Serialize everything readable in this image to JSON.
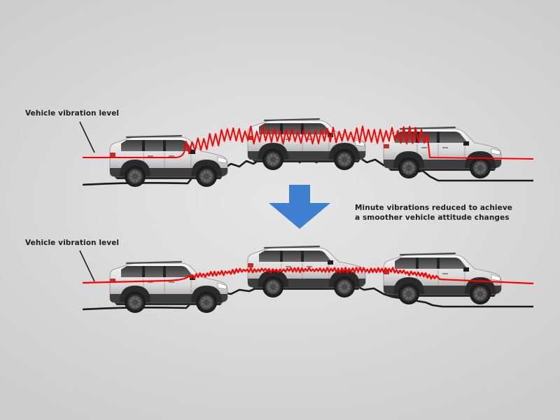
{
  "diagram": {
    "top_panel": {
      "label": "Vehicle vibration level",
      "state": "before",
      "vibration_amplitude": "high"
    },
    "bottom_panel": {
      "label": "Vehicle vibration level",
      "state": "after",
      "vibration_amplitude": "low"
    },
    "arrow": {
      "icon": "arrow-down-icon",
      "color": "#3f7fd0"
    },
    "annotation": {
      "line1": "Minute vibrations reduced to achieve",
      "line2": "a smoother vehicle attitude changes"
    },
    "colors": {
      "vibration_line": "#ff0000",
      "ground_line": "#1a1a1a",
      "label_text": "#1e1e1e"
    },
    "vehicles_per_panel": 3
  }
}
